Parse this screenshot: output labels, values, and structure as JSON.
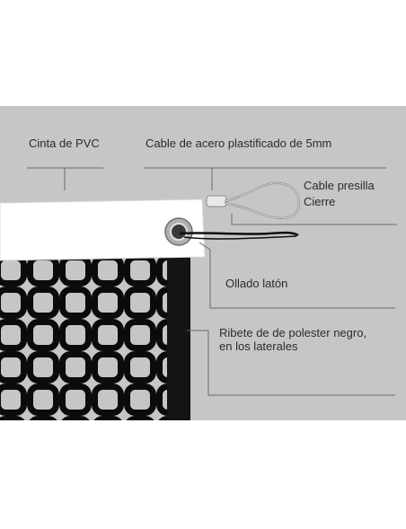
{
  "labels": {
    "cinta_pvc": "Cinta de PVC",
    "cable_acero": "Cable de acero plastificado de 5mm",
    "cable_presilla": "Cable presilla",
    "cierre": "Cierre",
    "ollado": "Ollado latón",
    "ribete_line1": "Ribete de  de polester negro,",
    "ribete_line2": "en los laterales"
  },
  "colors": {
    "background_panel": "#c6c6c6",
    "pvc_tape": "#ffffff",
    "net_cord": "#0b0b0b",
    "edge_binding": "#141414",
    "leader_lines": "#6a6a6a",
    "grommet": "#9a9a9a",
    "text": "#2b2b2b"
  }
}
